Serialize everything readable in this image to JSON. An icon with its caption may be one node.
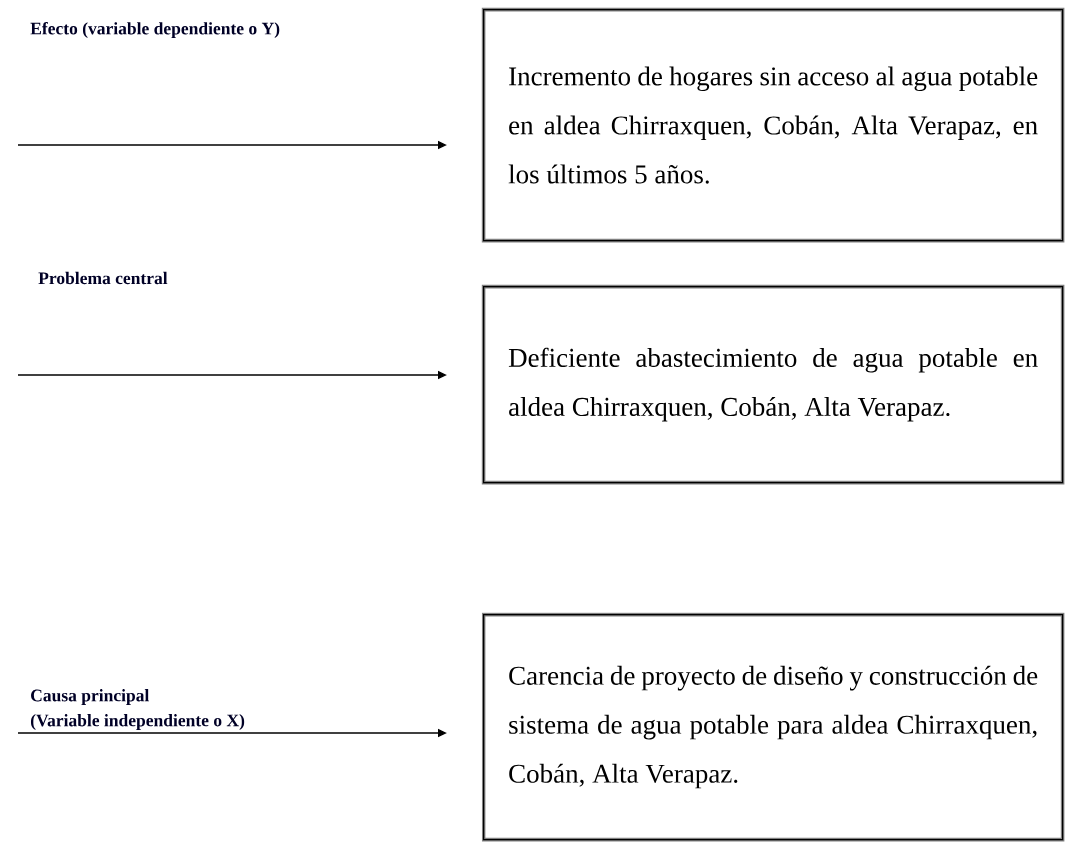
{
  "diagram": {
    "nodes": [
      {
        "text": [
          "Incremento de hogares sin acceso al agua potable en aldea Chirraxquen, Cobán, Alta Verapaz, en los últimos 5 años."
        ]
      },
      {
        "text": [
          "Deficiente abastecimiento de agua potable en aldea Chirraxquen, Cobán, Alta Verapaz."
        ]
      },
      {
        "text": [
          "Carencia de proyecto de diseño y construcción de sistema de agua potable para aldea Chirraxquen, Cobán, Alta Verapaz."
        ]
      }
    ],
    "edges": [
      {
        "from": null,
        "to": 0,
        "arrow": "to"
      },
      {
        "from": null,
        "to": 1,
        "arrow": "to"
      },
      {
        "from": null,
        "to": 2,
        "arrow": "to"
      }
    ],
    "labels": [
      "Efecto (variable dependiente o Y)",
      "Problema central",
      "Causa principal",
      "(Variable independiente o X)"
    ]
  }
}
